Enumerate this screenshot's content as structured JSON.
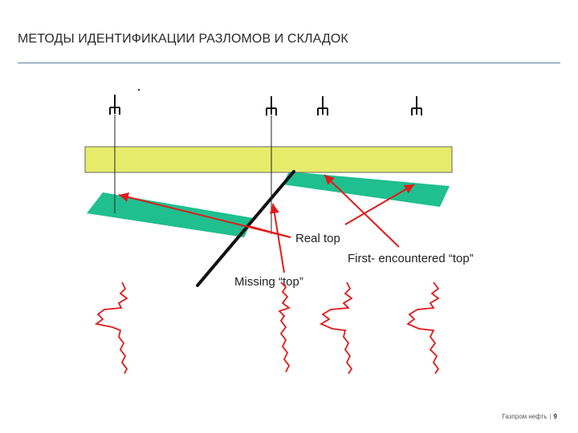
{
  "slide": {
    "title": "МЕТОДЫ ИДЕНТИФИКАЦИИ РАЗЛОМОВ И СКЛАДОК"
  },
  "diagram": {
    "labels": {
      "real_top": "Real top",
      "first_encountered_top": "First- encountered “top”",
      "missing_top": "Missing “top”"
    },
    "colors": {
      "horizon_band": "#e6ec6a",
      "faulted_layer": "#1fbf8f",
      "fault_line": "#111111",
      "arrows": "#e01b1b",
      "well_logs": "#e01b1b"
    },
    "icons": [
      "well-derrick-icon",
      "well-derrick-icon",
      "well-derrick-icon",
      "well-derrick-icon"
    ]
  },
  "footer": {
    "company": "Газпром нефть",
    "separator": "|",
    "page": "9"
  }
}
